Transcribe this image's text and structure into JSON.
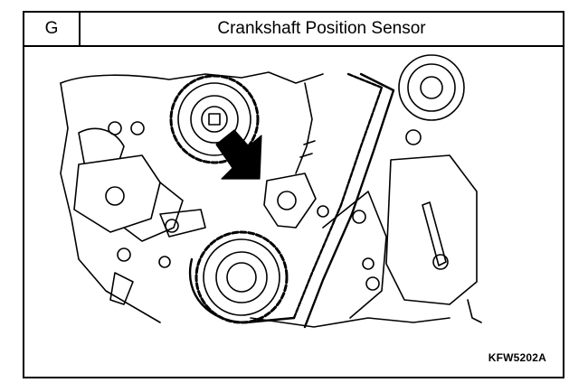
{
  "header": {
    "section_code": "G",
    "title": "Crankshaft Position Sensor"
  },
  "illustration": {
    "figure_id": "KFW5202A",
    "icons": [
      "crank-sprocket-icon",
      "cam-sprocket-icon",
      "timing-belt-icon",
      "sensor-icon",
      "pointer-arrow-icon",
      "idler-pulley-icon",
      "tensioner-icon",
      "bolt-icon"
    ]
  }
}
